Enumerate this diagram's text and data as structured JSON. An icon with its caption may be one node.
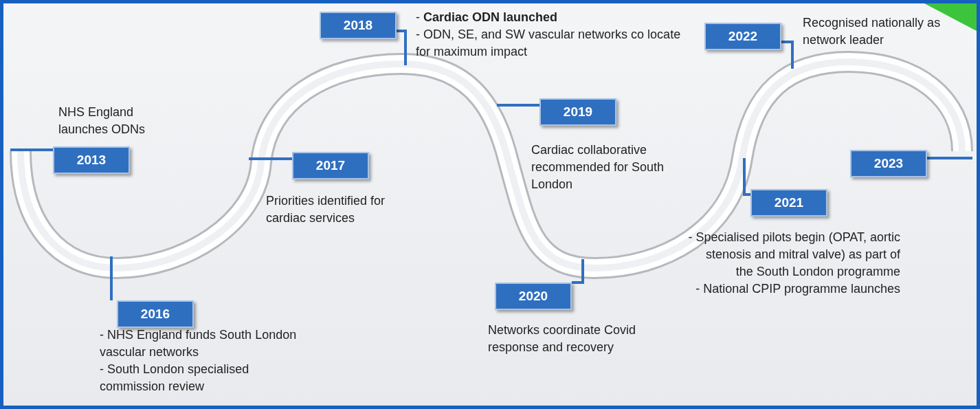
{
  "diagram": {
    "nodes": [
      {
        "text": [
          "2013"
        ],
        "beside": [
          "NHS England launches ODNs"
        ]
      },
      {
        "text": [
          "2016"
        ],
        "beside": [
          "- NHS England funds South London vascular networks",
          "- South London specialised commission review"
        ]
      },
      {
        "text": [
          "2017"
        ],
        "beside": [
          "Priorities identified for cardiac services"
        ]
      },
      {
        "text": [
          "2018"
        ],
        "beside": [
          "- **Cardiac ODN launched**",
          "- ODN, SE, and SW vascular networks co locate for maximum impact"
        ]
      },
      {
        "text": [
          "2019"
        ],
        "beside": [
          "Cardiac collaborative recommended for South London"
        ]
      },
      {
        "text": [
          "2020"
        ],
        "beside": [
          "Networks coordinate Covid response and recovery"
        ]
      },
      {
        "text": [
          "2021"
        ],
        "beside": [
          "- Specialised pilots begin (OPAT, aortic stenosis and mitral valve) as part of the South London programme",
          "- National CPIP programme launches"
        ]
      },
      {
        "text": [
          "2022"
        ],
        "beside": [
          "Recognised nationally as network leader"
        ]
      },
      {
        "text": [
          "2023"
        ]
      }
    ],
    "edges": [
      {
        "from": 0,
        "to": null,
        "arrow": "none"
      },
      {
        "from": 1,
        "to": null,
        "arrow": "none"
      },
      {
        "from": 2,
        "to": null,
        "arrow": "none"
      },
      {
        "from": 3,
        "to": null,
        "arrow": "none"
      },
      {
        "from": 4,
        "to": null,
        "arrow": "none"
      },
      {
        "from": 5,
        "to": null,
        "arrow": "none"
      },
      {
        "from": 6,
        "to": null,
        "arrow": "none"
      },
      {
        "from": 7,
        "to": null,
        "arrow": "none"
      },
      {
        "from": 8,
        "to": null,
        "arrow": "none"
      }
    ]
  }
}
